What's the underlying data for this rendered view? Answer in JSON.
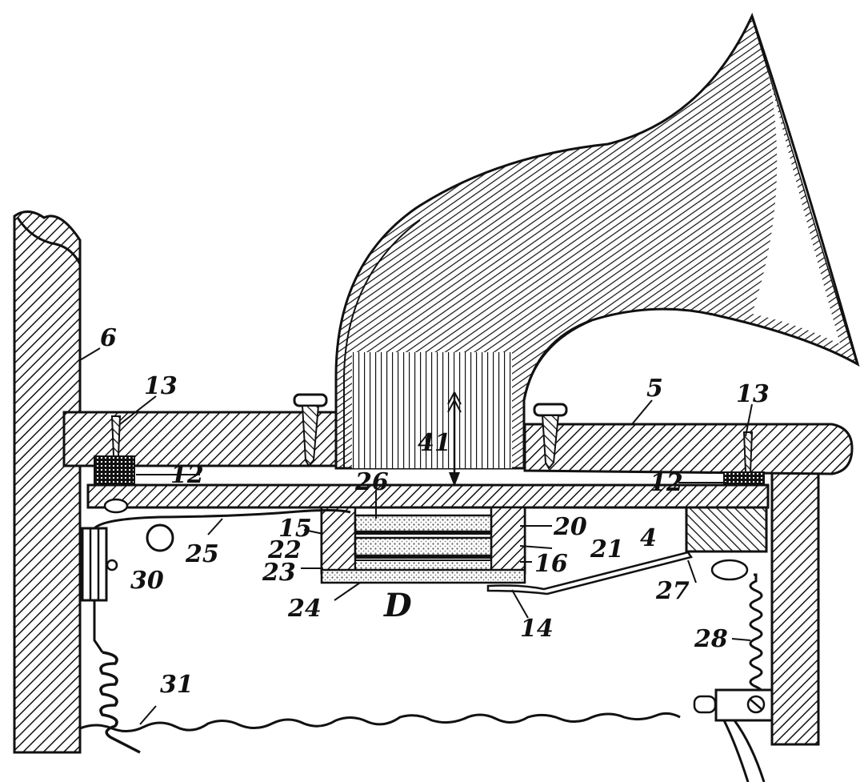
{
  "colors": {
    "ink": "#111111",
    "paper": "#ffffff",
    "stipple": "#9a9a9a"
  },
  "labels": {
    "l6": "6",
    "l13_left": "13",
    "l13_right": "13",
    "l5": "5",
    "l41": "41",
    "l12_left": "12",
    "l12_right": "12",
    "l26": "26",
    "l15": "15",
    "l20": "20",
    "l22": "22",
    "l21": "21",
    "l4": "4",
    "l25": "25",
    "l23": "23",
    "l16": "16",
    "l30": "30",
    "l24": "24",
    "lD": "D",
    "l14": "14",
    "l27": "27",
    "l28": "28",
    "l31": "31"
  }
}
